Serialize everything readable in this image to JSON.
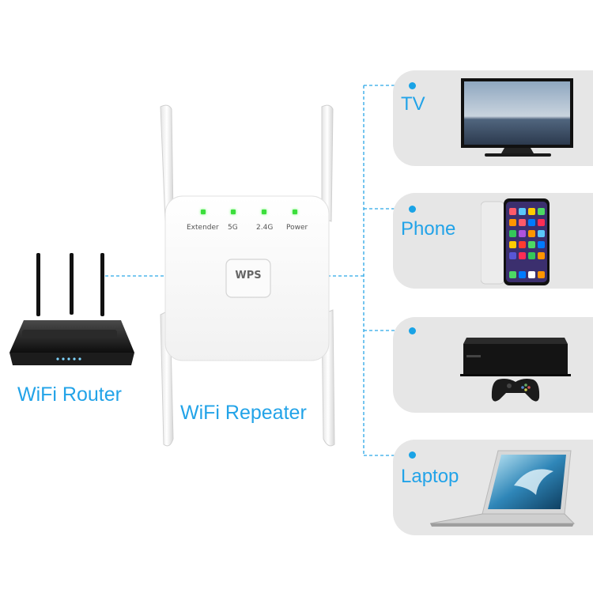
{
  "labels": {
    "router": "WiFi Router",
    "repeater": "WiFi Repeater",
    "tv": "TV",
    "phone": "Phone",
    "console": "",
    "laptop": "Laptop"
  },
  "repeater_device": {
    "indicators": [
      "Extender",
      "5G",
      "2.4G",
      "Power"
    ],
    "button": "WPS"
  },
  "colors": {
    "accent": "#22a3e8",
    "panel": "#e6e6e6",
    "led": "#3cde3c"
  },
  "icons": [
    "router-icon",
    "repeater-icon",
    "tv-icon",
    "phone-icon",
    "console-icon",
    "laptop-icon"
  ]
}
